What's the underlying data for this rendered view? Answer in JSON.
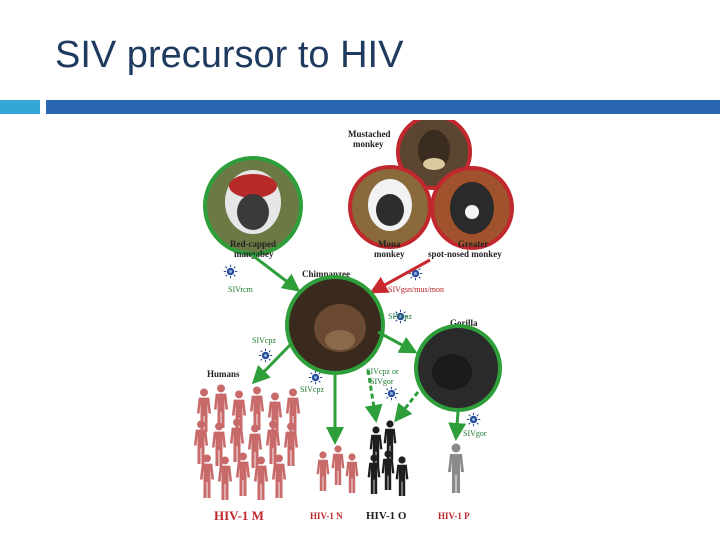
{
  "slide": {
    "title": "SIV precursor to HIV"
  },
  "diagram": {
    "primates": {
      "mustached": "Mustached monkey",
      "red_capped": "Red-capped mangabey",
      "mona": "Mona monkey",
      "greater": "Greater spot-nosed monkey",
      "chimpanzee": "Chimpanzee",
      "gorilla": "Gorilla",
      "humans": "Humans"
    },
    "virus_labels": {
      "sivrcm": "SIVrcm",
      "sivgsn": "SIVgsn/mus/mon",
      "sivcpz_left": "SIVcpz",
      "sivcpz_right": "SIVcpz",
      "sivcpz_humans": "SIVcpz",
      "sivcpz_or": "SIVcpz or",
      "sivgor_mid": "SIVgor",
      "sivgor": "SIVgor"
    },
    "hiv_groups": {
      "m": "HIV-1 M",
      "n": "HIV-1 N",
      "o": "HIV-1 O",
      "p": "HIV-1 P"
    }
  },
  "colors": {
    "title": "#1f3a5f",
    "accent_small": "#35a7d6",
    "accent_large": "#2a66b1",
    "green_arrow": "#2e9e3a",
    "red_arrow": "#c8282e",
    "human_red": "#c96a6a"
  }
}
